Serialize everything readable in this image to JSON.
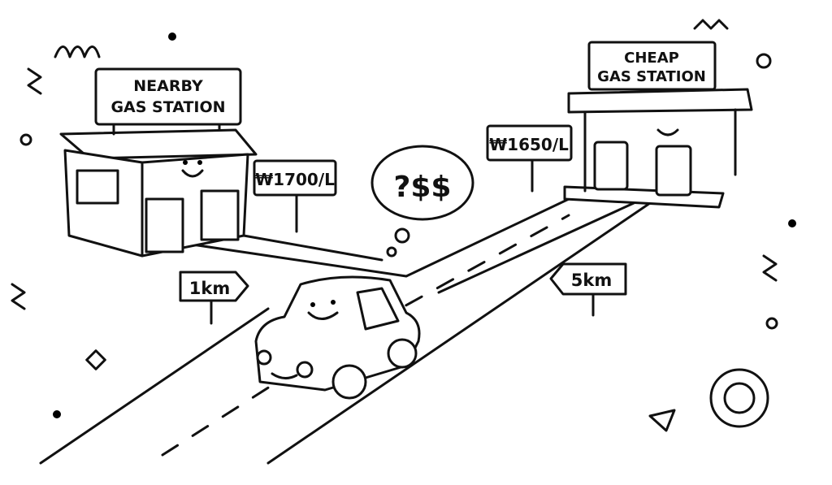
{
  "scene": {
    "nearby_station_sign": [
      "NEARBY",
      "GAS STATION"
    ],
    "cheap_station_sign": [
      "CHEAP",
      "GAS STATION"
    ],
    "nearby_price": "₩1700/L",
    "cheap_price": "₩1650/L",
    "nearby_distance": "1km",
    "cheap_distance": "5km",
    "thought_bubble": "?$$"
  }
}
